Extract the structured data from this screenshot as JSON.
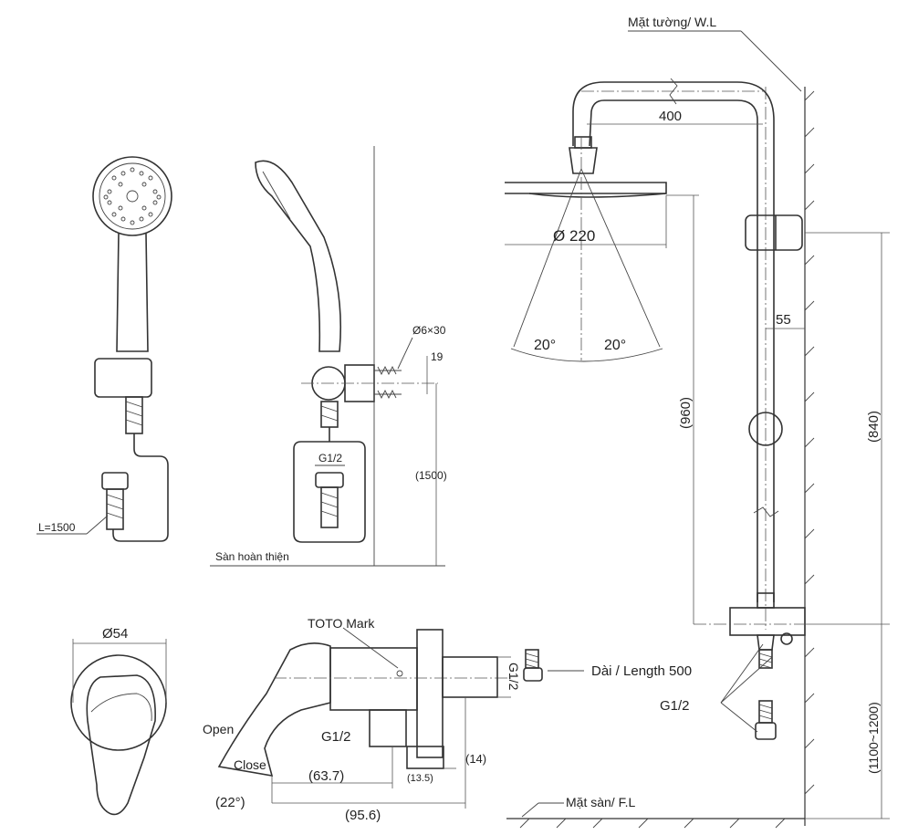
{
  "labels": {
    "wall": "Mặt tường/ W.L",
    "floor": "Mặt sàn/ F.L",
    "finished_floor": "Sàn hoàn thiện",
    "toto_mark": "TOTO Mark",
    "hose_length": "L=1500",
    "open": "Open",
    "close": "Close",
    "length": "Dài / Length 500"
  },
  "dimensions": {
    "arm_400": "400",
    "head_dia": "Ø 220",
    "angle_left": "20°",
    "angle_right": "20°",
    "screw": "Ø6×30",
    "d19": "19",
    "d1500": "(1500)",
    "d960": "(960)",
    "d840": "(840)",
    "d55": "55",
    "d1100": "(1100~1200)",
    "g12_hand": "G1/2",
    "g12_valve_side": "G1/2",
    "g12_valve_bottom": "G1/2",
    "g12_fittings": "G1/2",
    "d54": "Ø54",
    "d63": "(63.7)",
    "d95": "(95.6)",
    "d14": "(14)",
    "d13": "(13.5)",
    "a22": "(22°)"
  },
  "colors": {
    "line": "#333333",
    "text": "#222222"
  }
}
